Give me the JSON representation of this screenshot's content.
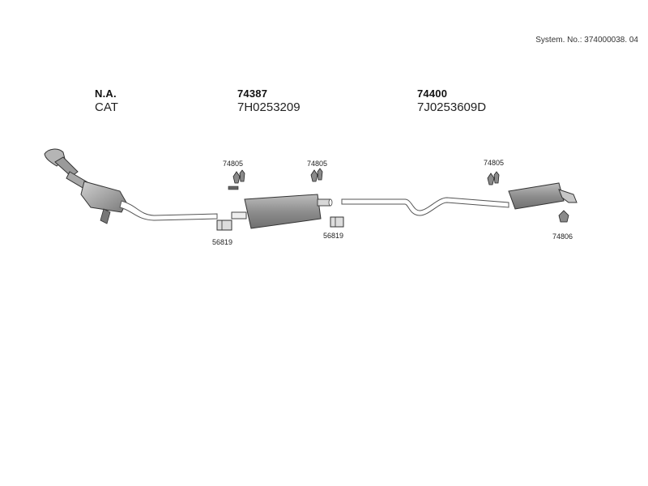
{
  "system_number": "System. No.: 374000038. 04",
  "groups": [
    {
      "part": "N.A.",
      "sub": "CAT"
    },
    {
      "part": "74387",
      "sub": "7H0253209"
    },
    {
      "part": "74400",
      "sub": "7J0253609D"
    }
  ],
  "part_labels": {
    "hanger_a": "74805",
    "hanger_b": "74805",
    "hanger_c": "74805",
    "clamp_a": "56819",
    "clamp_b": "56819",
    "rear_hanger": "74806"
  }
}
